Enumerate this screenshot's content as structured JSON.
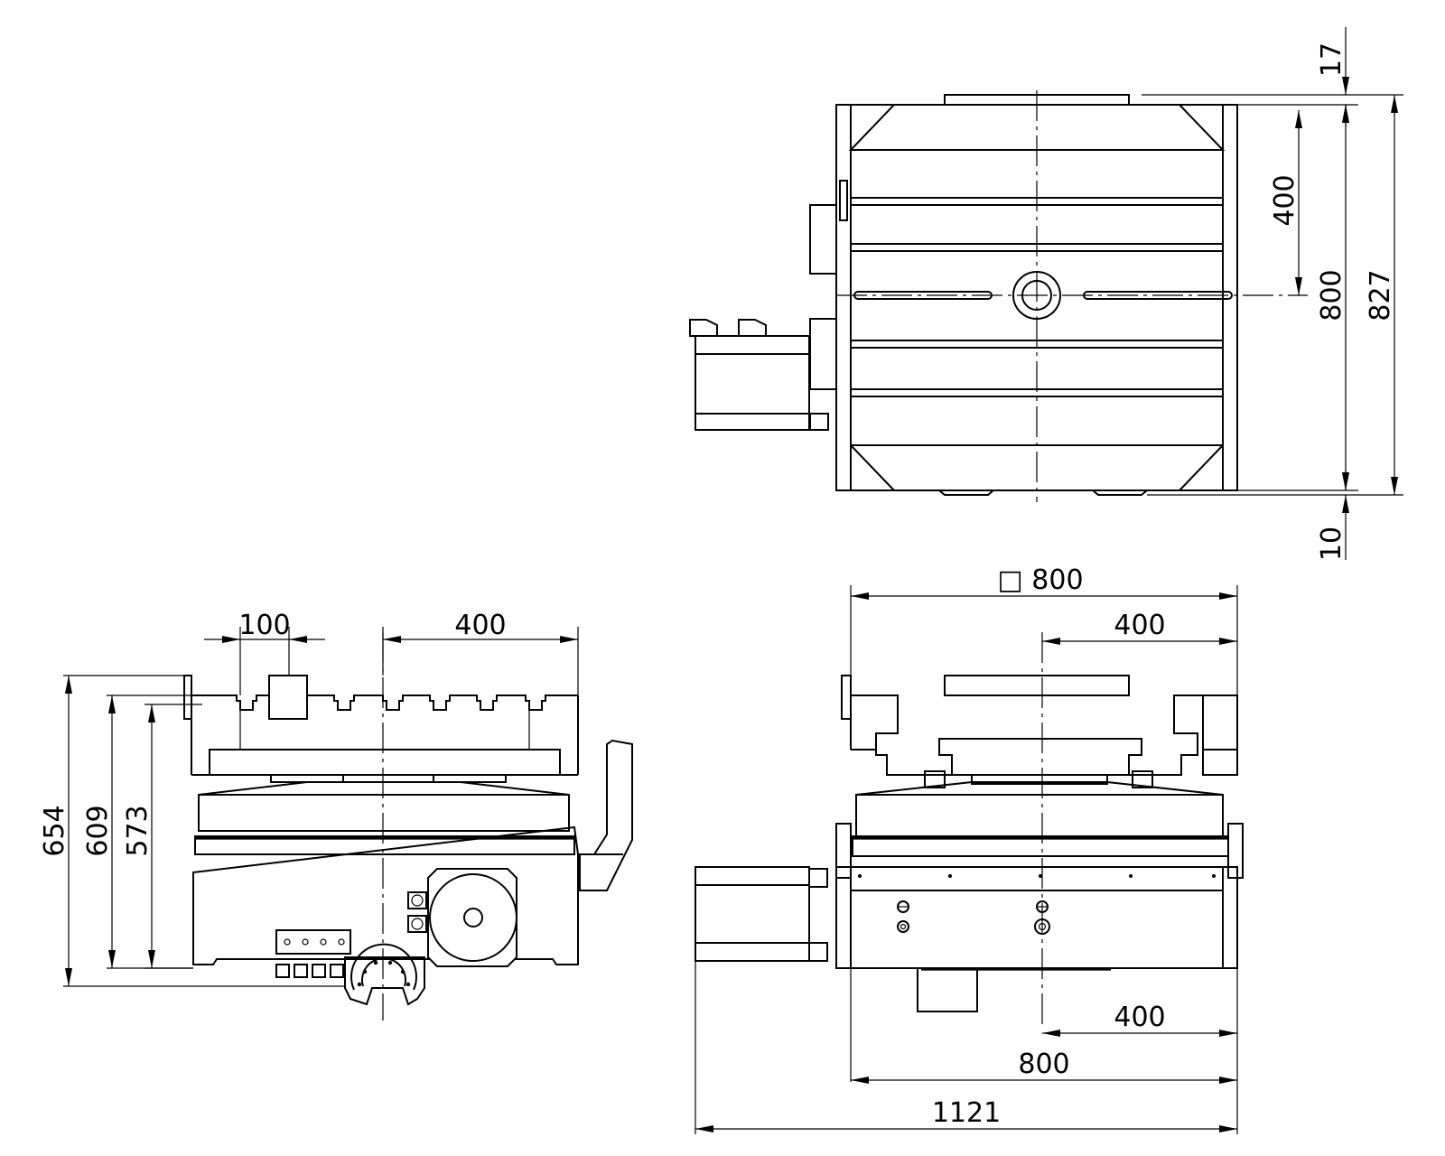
{
  "top_view": {
    "dim_top_offset": "17",
    "dim_half_width": "400",
    "dim_table_width": "800",
    "dim_overall": "827",
    "dim_bottom_offset": "10"
  },
  "side_view": {
    "dim_slot_pitch": "100",
    "dim_half_width": "400",
    "dim_total_height": "654",
    "dim_height_609": "609",
    "dim_height_573": "573"
  },
  "front_view": {
    "dim_table_square": "□ 800",
    "dim_half_top": "400",
    "dim_half_bottom": "400",
    "dim_width": "800",
    "dim_overall_width": "1121"
  }
}
